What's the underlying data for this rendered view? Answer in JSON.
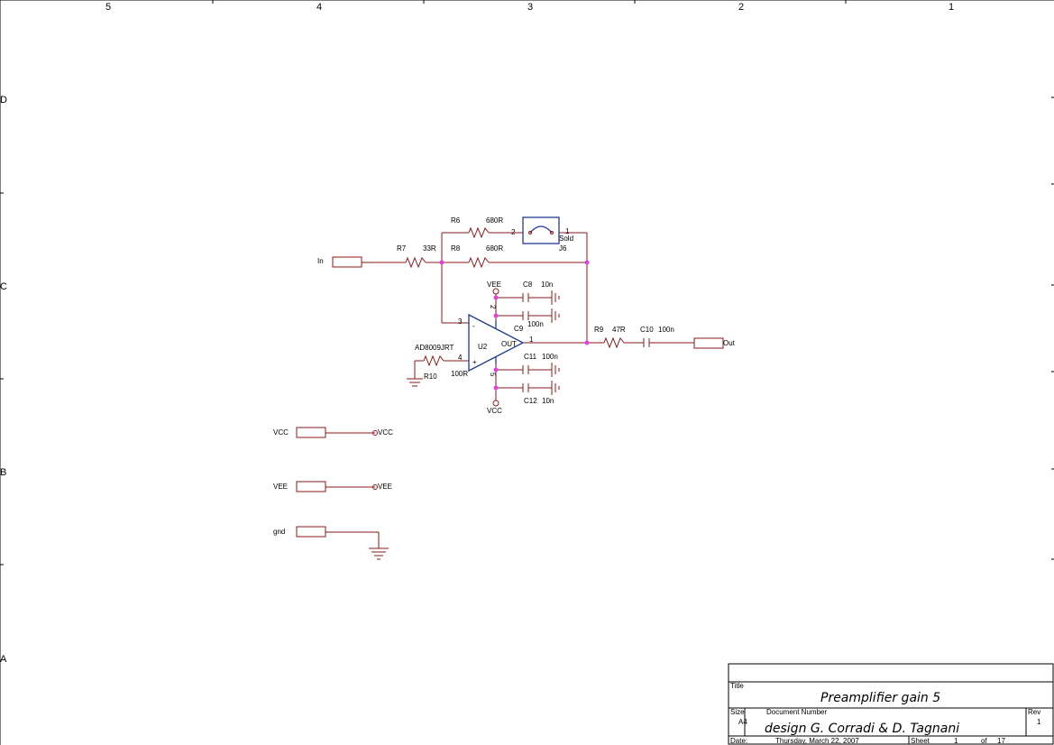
{
  "colors": {
    "wire": "#8b1a1a",
    "part": "#8b1a1a",
    "opamp": "#1f3a93",
    "junction": "#e040e0",
    "border": "#000000"
  },
  "border": {
    "columns": [
      "5",
      "4",
      "3",
      "2",
      "1"
    ],
    "rows": [
      "D",
      "C",
      "B",
      "A"
    ]
  },
  "components": {
    "r6": {
      "ref": "R6",
      "value": "680R"
    },
    "r7": {
      "ref": "R7",
      "value": "33R"
    },
    "r8": {
      "ref": "R8",
      "value": "680R"
    },
    "r9": {
      "ref": "R9",
      "value": "47R"
    },
    "r10": {
      "ref": "R10",
      "value": "100R"
    },
    "j6": {
      "ref": "J6",
      "value": "Sold",
      "pin1": "1",
      "pin2": "2"
    },
    "u2": {
      "ref": "U2",
      "part": "AD8009JRT",
      "out_label": "OUT",
      "pin_inv": "3",
      "pin_noninv": "4",
      "pin_out": "1",
      "pin_vneg": "2",
      "pin_vpos": "5",
      "minus_sign": "-",
      "plus_sign": "+"
    },
    "c8": {
      "ref": "C8",
      "value": "10n"
    },
    "c9": {
      "ref": "C9",
      "value": "100n"
    },
    "c10": {
      "ref": "C10",
      "value": "100n"
    },
    "c11": {
      "ref": "C11",
      "value": "100n"
    },
    "c12": {
      "ref": "C12",
      "value": "10n"
    }
  },
  "nets": {
    "in": "In",
    "out": "Out",
    "vee_top": "VEE",
    "vcc_bottom": "VCC",
    "vcc_port": "VCC",
    "vcc_net": "VCC",
    "vee_port": "VEE",
    "vee_net": "VEE",
    "gnd_port": "gnd"
  },
  "titleblock": {
    "title_label": "Title",
    "title": "Preamplifier gain 5",
    "size_label": "Size",
    "size": "A4",
    "docnum_label": "Document Number",
    "docnum": "design G. Corradi  &  D. Tagnani",
    "rev_label": "Rev",
    "rev": "1",
    "date_label": "Date:",
    "date": "Thursday, March 22, 2007",
    "sheet_label": "Sheet",
    "sheet": "1",
    "of_label": "of",
    "of": "17"
  }
}
